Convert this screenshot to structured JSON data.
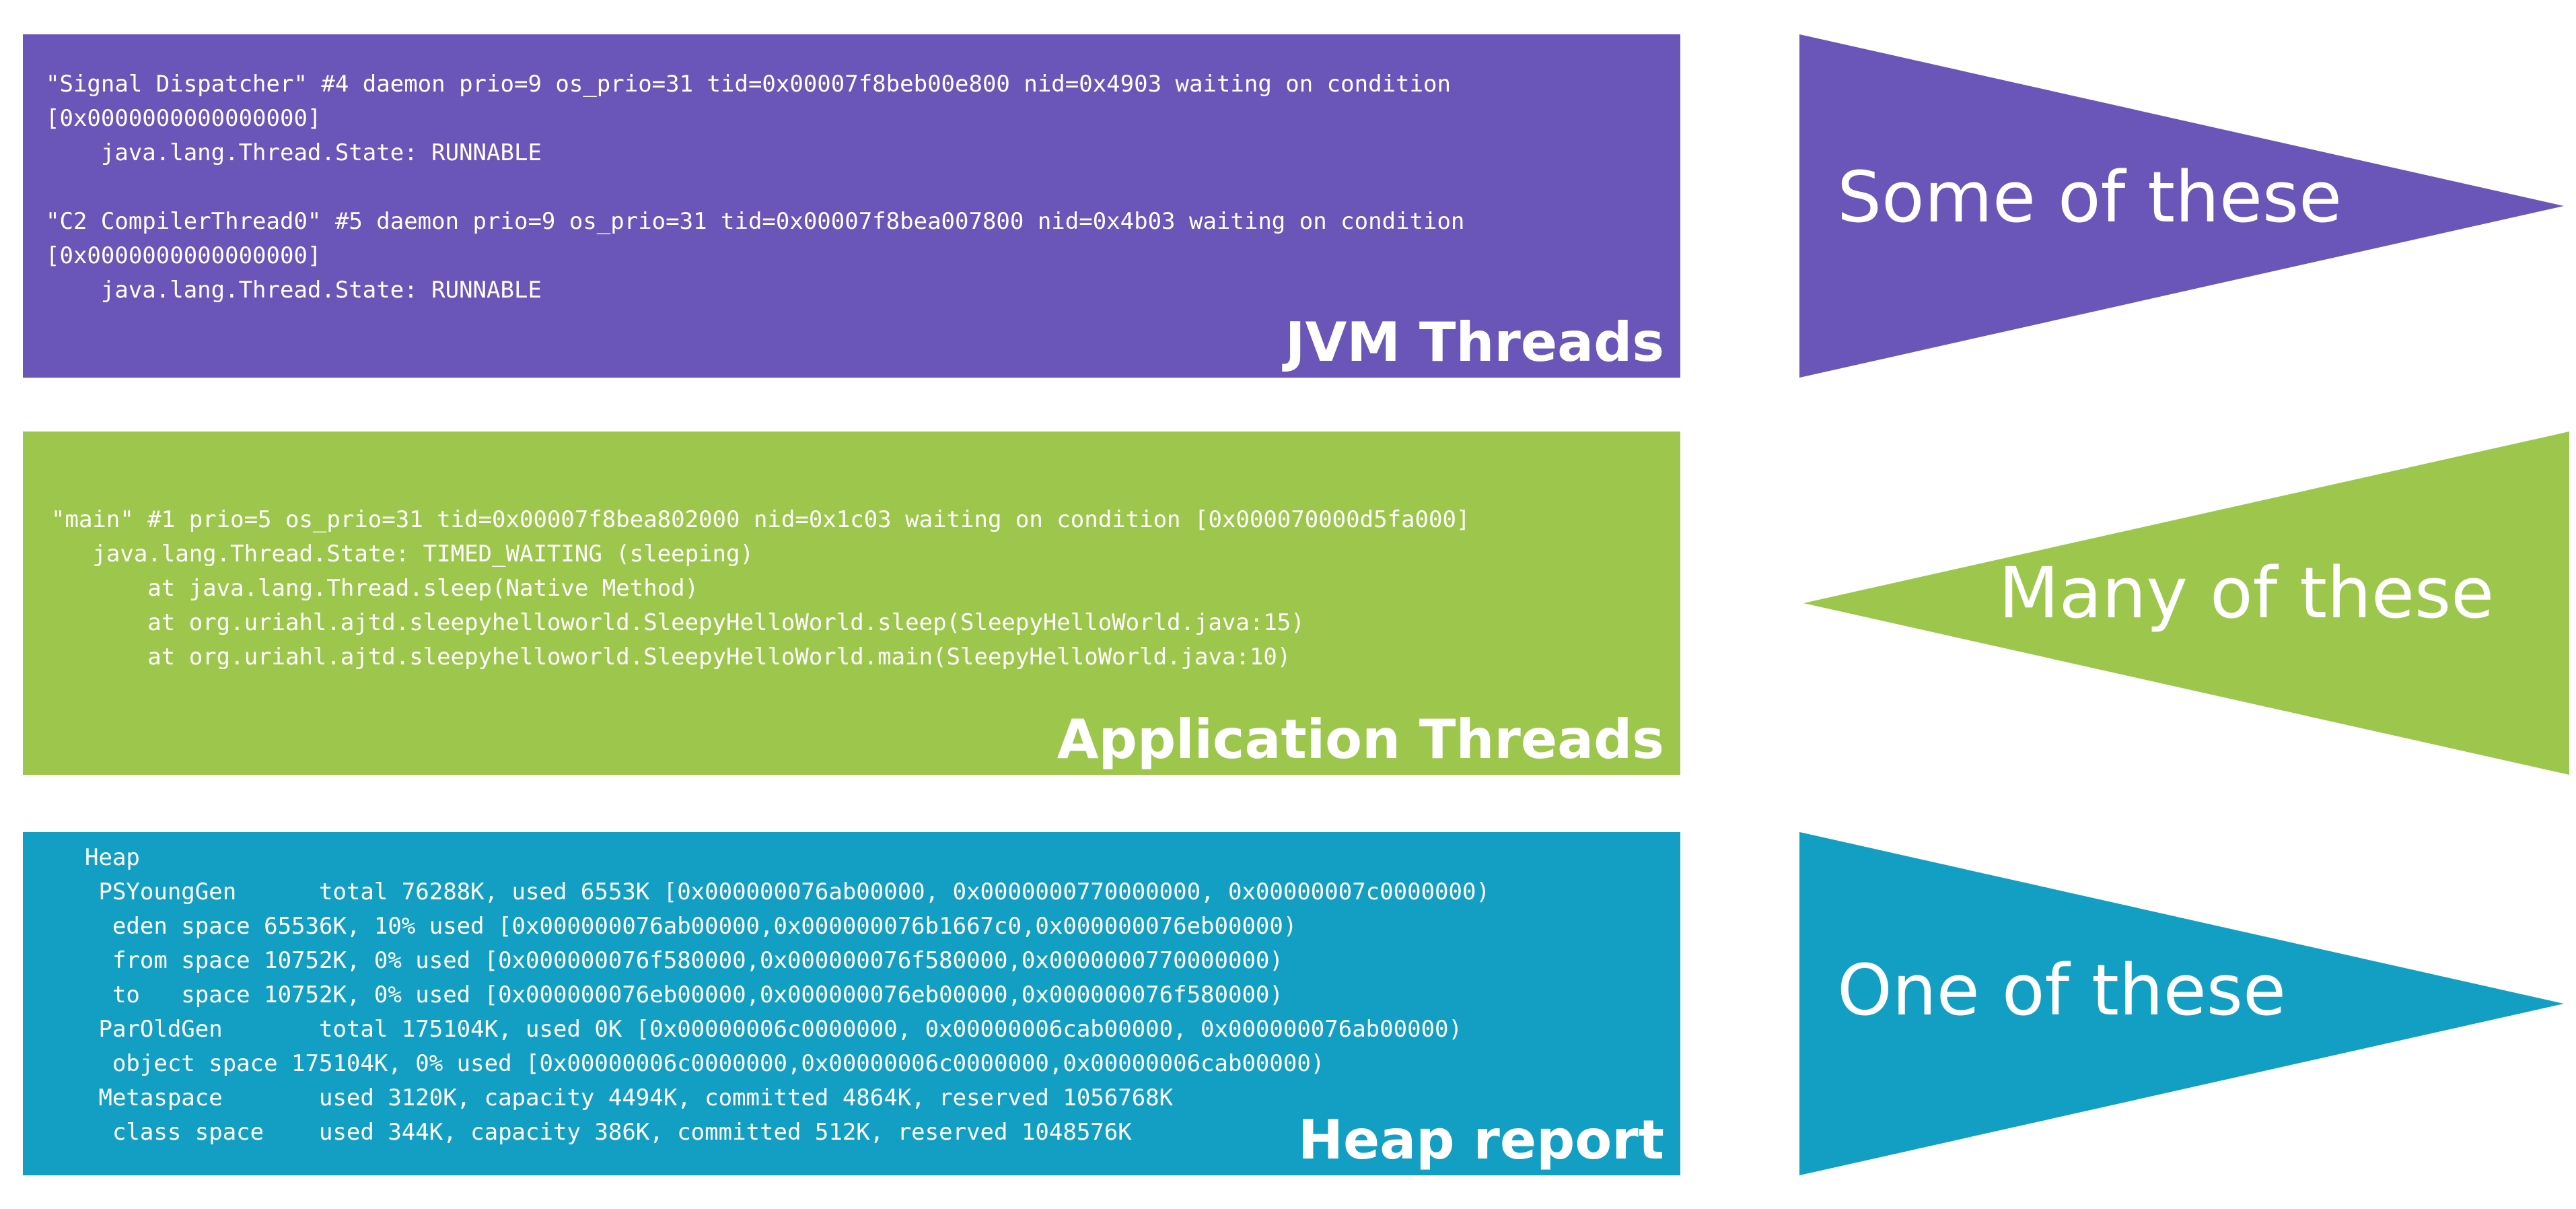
{
  "jvm": {
    "title": "JVM Threads",
    "code": "\"Signal Dispatcher\" #4 daemon prio=9 os_prio=31 tid=0x00007f8beb00e800 nid=0x4903 waiting on condition\n[0x0000000000000000]\n    java.lang.Thread.State: RUNNABLE\n\n\"C2 CompilerThread0\" #5 daemon prio=9 os_prio=31 tid=0x00007f8bea007800 nid=0x4b03 waiting on condition\n[0x0000000000000000]\n    java.lang.Thread.State: RUNNABLE",
    "arrow_label": "Some of these"
  },
  "app": {
    "title": "Application Threads",
    "code": "\"main\" #1 prio=5 os_prio=31 tid=0x00007f8bea802000 nid=0x1c03 waiting on condition [0x000070000d5fa000]\n   java.lang.Thread.State: TIMED_WAITING (sleeping)\n       at java.lang.Thread.sleep(Native Method)\n       at org.uriahl.ajtd.sleepyhelloworld.SleepyHelloWorld.sleep(SleepyHelloWorld.java:15)\n       at org.uriahl.ajtd.sleepyhelloworld.SleepyHelloWorld.main(SleepyHelloWorld.java:10)",
    "arrow_label": "Many of these"
  },
  "heap": {
    "title": "Heap report",
    "code": "Heap\n PSYoungGen      total 76288K, used 6553K [0x000000076ab00000, 0x0000000770000000, 0x00000007c0000000)\n  eden space 65536K, 10% used [0x000000076ab00000,0x000000076b1667c0,0x000000076eb00000)\n  from space 10752K, 0% used [0x000000076f580000,0x000000076f580000,0x0000000770000000)\n  to   space 10752K, 0% used [0x000000076eb00000,0x000000076eb00000,0x000000076f580000)\n ParOldGen       total 175104K, used 0K [0x00000006c0000000, 0x00000006cab00000, 0x000000076ab00000)\n  object space 175104K, 0% used [0x00000006c0000000,0x00000006c0000000,0x00000006cab00000)\n Metaspace       used 3120K, capacity 4494K, committed 4864K, reserved 1056768K\n  class space    used 344K, capacity 386K, committed 512K, reserved 1048576K",
    "arrow_label": "One of these"
  },
  "colors": {
    "jvm": "#6a55b9",
    "app": "#9dc74c",
    "heap": "#139fc4"
  }
}
